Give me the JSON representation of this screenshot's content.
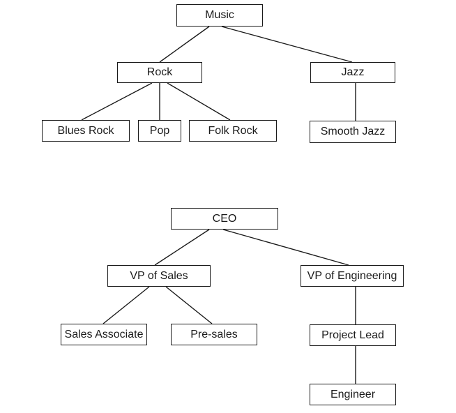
{
  "music_tree": {
    "root": "Music",
    "rock": "Rock",
    "jazz": "Jazz",
    "blues_rock": "Blues Rock",
    "pop": "Pop",
    "folk_rock": "Folk Rock",
    "smooth_jazz": "Smooth Jazz"
  },
  "org_chart": {
    "ceo": "CEO",
    "vp_sales": "VP of Sales",
    "vp_engineering": "VP of Engineering",
    "sales_associate": "Sales Associate",
    "pre_sales": "Pre-sales",
    "project_lead": "Project Lead",
    "engineer": "Engineer"
  }
}
